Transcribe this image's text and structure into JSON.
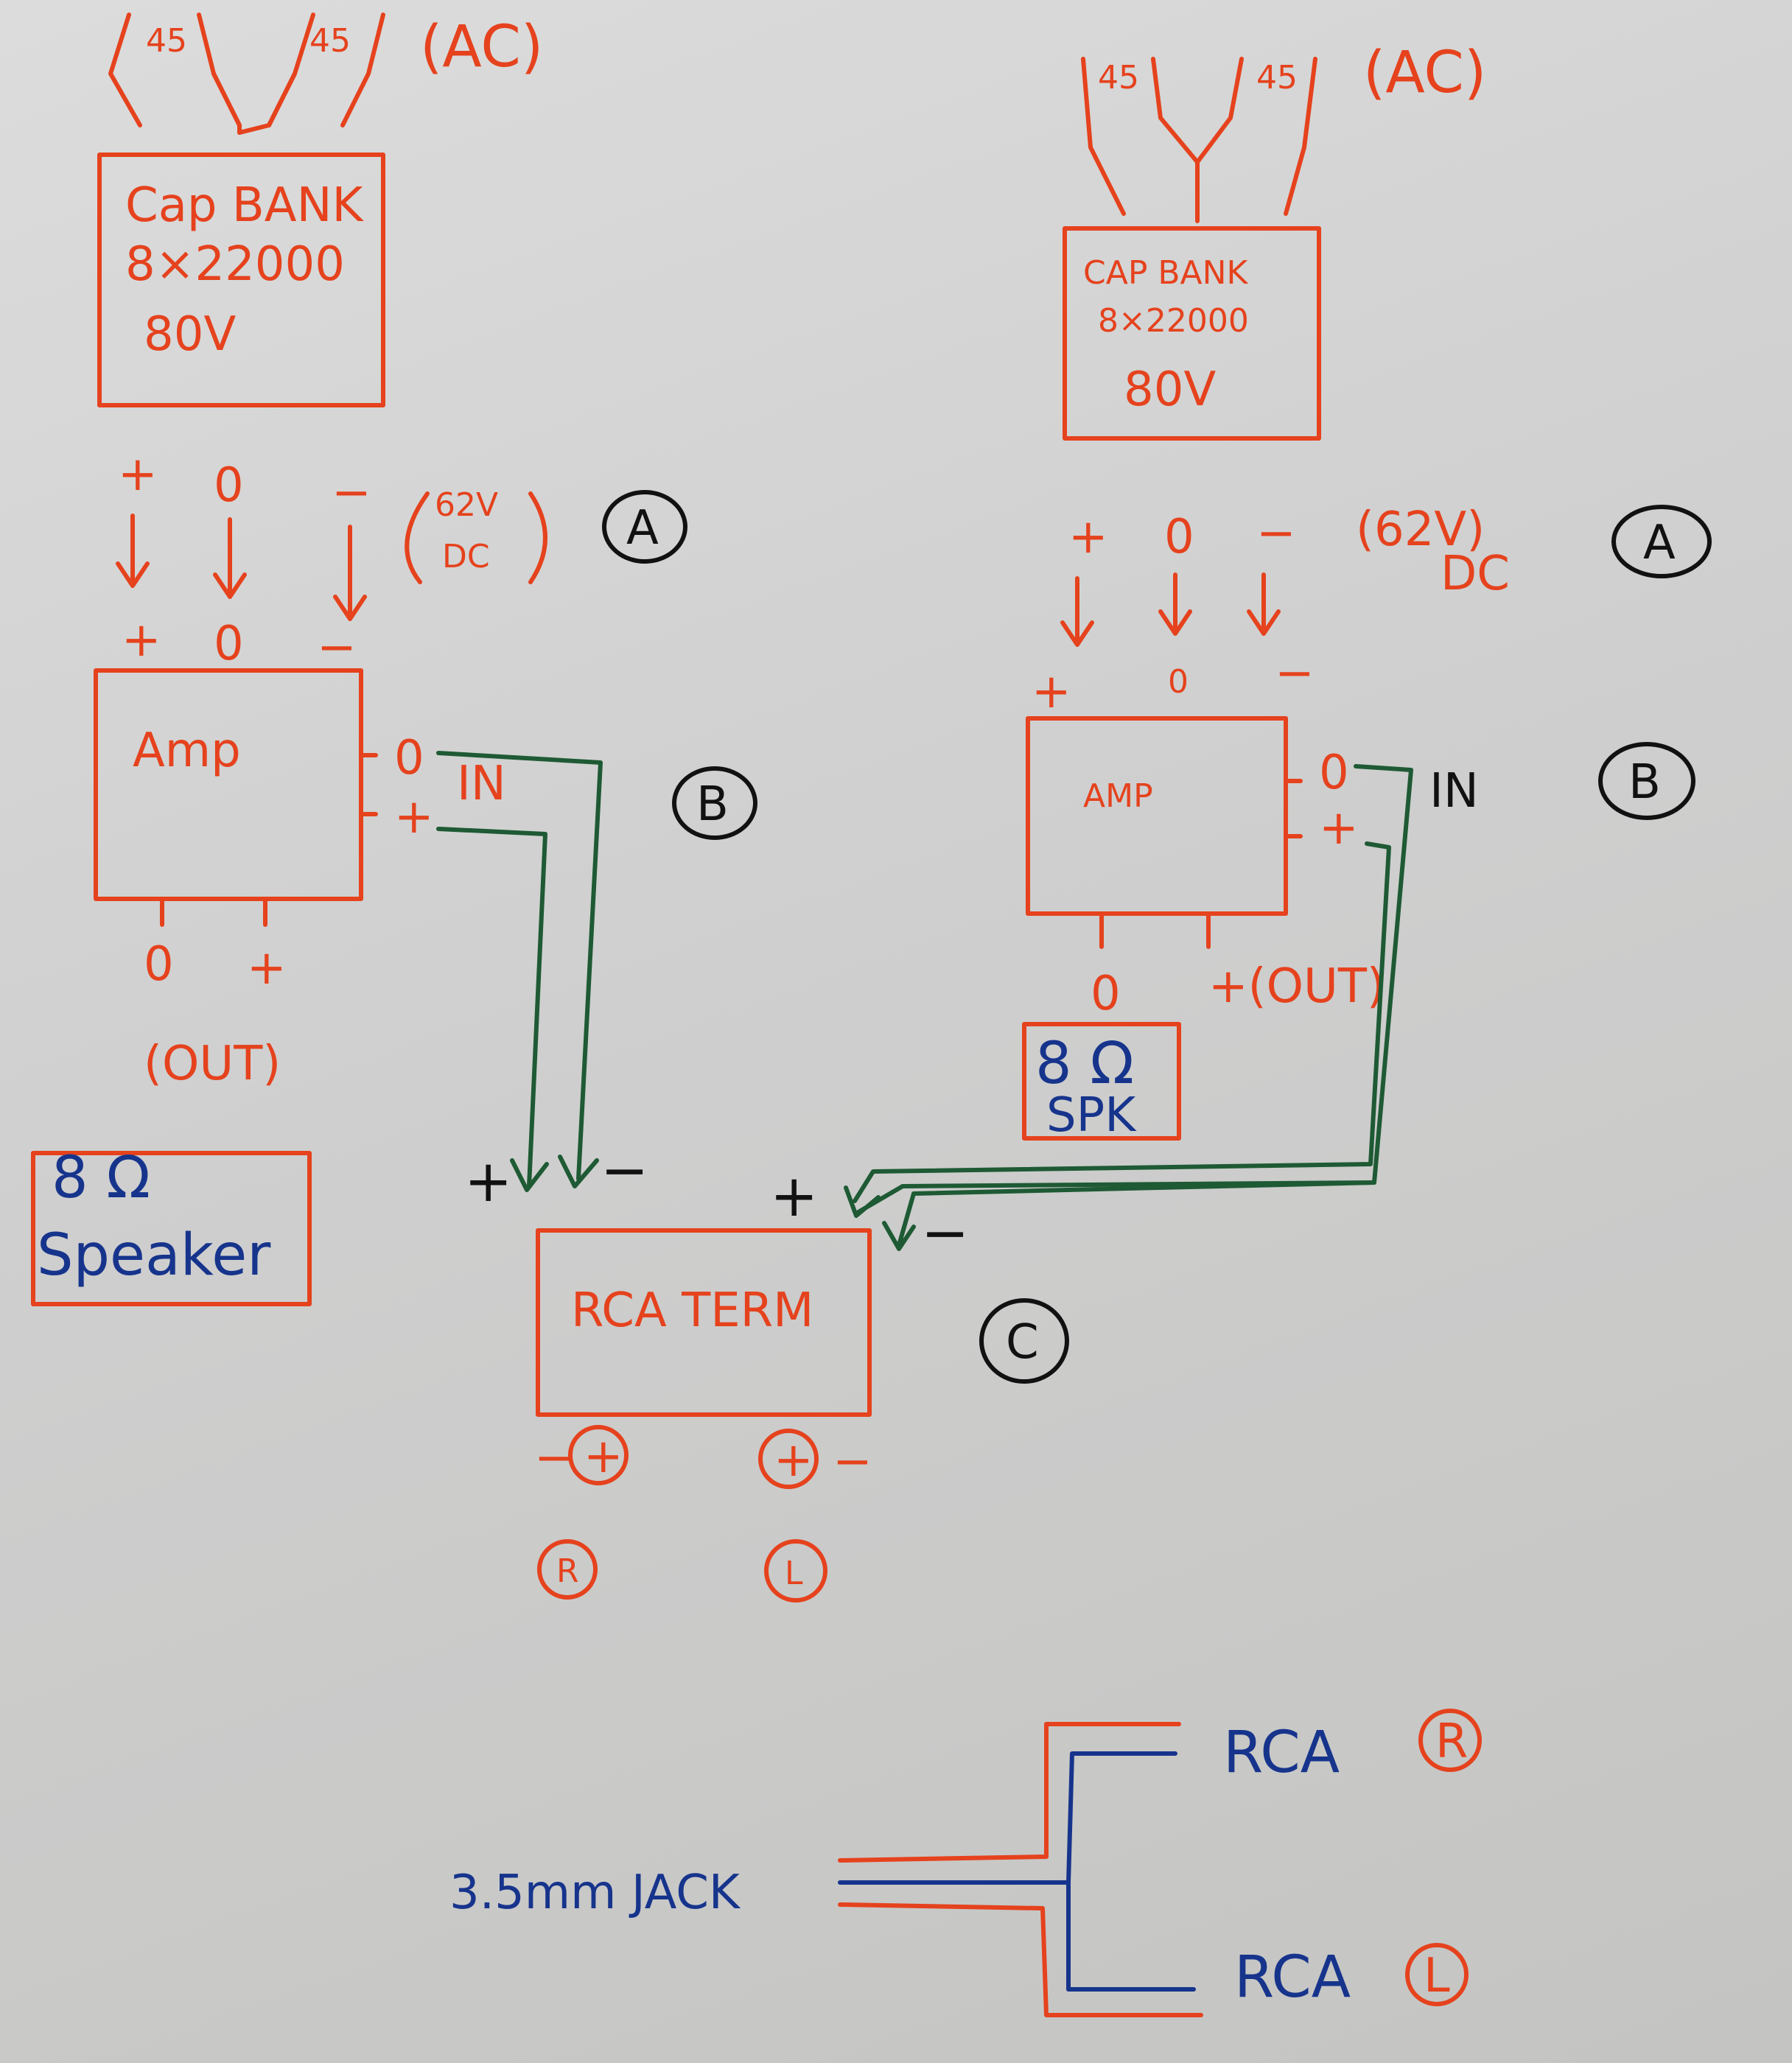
{
  "colors": {
    "red": "#e5421d",
    "green": "#1e5a34",
    "blue": "#16348c",
    "black": "#111111"
  },
  "left": {
    "ac": {
      "v1": "45",
      "v2": "45",
      "label": "(AC)"
    },
    "cap_bank": {
      "l1": "Cap BANK",
      "l2": "8×22000",
      "l3": "80V"
    },
    "dc": {
      "plus_top": "+",
      "zero_top": "0",
      "minus_top": "−",
      "label_l1": "62V",
      "label_l2": "DC",
      "plus_bot": "+",
      "zero_bot": "0",
      "minus_bot": "−"
    },
    "marker_a": "A",
    "amp": {
      "label": "Amp",
      "in_zero": "0",
      "in_plus": "+",
      "in_label": "IN",
      "out_zero": "0",
      "out_plus": "+",
      "out_label": "(OUT)"
    },
    "marker_b": "B",
    "speaker": {
      "l1": "8 Ω",
      "l2": "Speaker"
    }
  },
  "right": {
    "ac": {
      "v1": "45",
      "v2": "45",
      "label": "(AC)"
    },
    "cap_bank": {
      "l1": "CAP BANK",
      "l2": "8×22000",
      "l3": "80V"
    },
    "dc": {
      "plus_top": "+",
      "zero_top": "0",
      "minus_top": "−",
      "label_l1": "(62V)",
      "label_l2": "DC",
      "plus_bot": "+",
      "zero_bot": "0",
      "minus_bot": "−"
    },
    "marker_a": "A",
    "amp": {
      "label": "AMP",
      "in_zero": "0",
      "in_plus": "+",
      "in_label": "IN",
      "out_zero": "0",
      "out_plus": "+(OUT)"
    },
    "marker_b": "B",
    "speaker": {
      "l1": "8 Ω",
      "l2": "SPK"
    }
  },
  "rca_term": {
    "label": "RCA TERM",
    "left_plus": "+",
    "left_minus": "−",
    "right_plus": "+",
    "right_minus": "−",
    "term_r_minus": "−",
    "term_r_plus": "+",
    "term_l_plus": "+",
    "term_l_minus": "−",
    "r": "R",
    "l": "L",
    "marker_c": "C"
  },
  "cable": {
    "jack": "3.5mm JACK",
    "rca_top": "RCA",
    "rca_top_ch": "R",
    "rca_bot": "RCA",
    "rca_bot_ch": "L"
  }
}
